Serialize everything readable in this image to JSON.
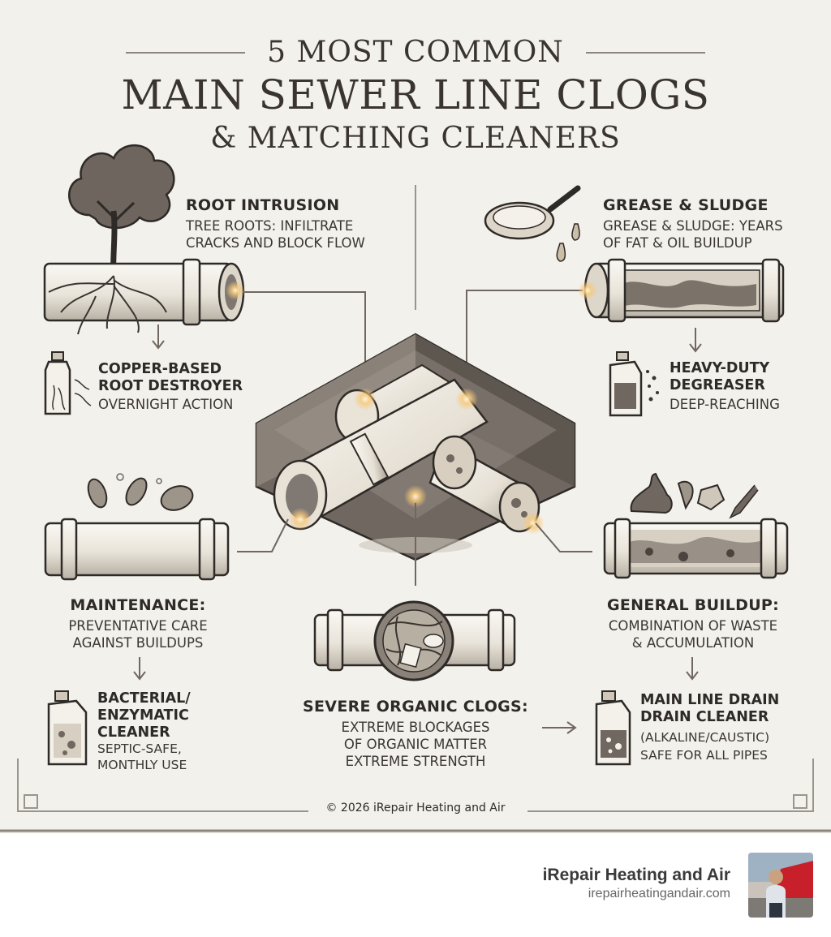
{
  "title": {
    "line1": "5 MOST COMMON",
    "line2": "MAIN SEWER LINE CLOGS",
    "line3": "& MATCHING CLEANERS"
  },
  "root": {
    "heading": "ROOT INTRUSION",
    "desc": [
      "TREE ROOTS: INFILTRATE",
      "CRACKS AND BLOCK FLOW"
    ],
    "product": [
      "COPPER-BASED",
      "ROOT DESTROYER"
    ],
    "product_note": "OVERNIGHT ACTION"
  },
  "grease": {
    "heading": "GREASE & SLUDGE",
    "desc": [
      "GREASE & SLUDGE: YEARS",
      "OF FAT & OIL BUILDUP"
    ],
    "product": [
      "HEAVY-DUTY",
      "DEGREASER"
    ],
    "product_note": "DEEP-REACHING"
  },
  "maintenance": {
    "heading": "MAINTENANCE:",
    "desc": [
      "PREVENTATIVE CARE",
      "AGAINST BUILDUPS"
    ],
    "product": [
      "BACTERIAL/",
      "ENZYMATIC",
      "CLEANER"
    ],
    "product_note": [
      "SEPTIC-SAFE,",
      "MONTHLY USE"
    ]
  },
  "organic": {
    "heading": "SEVERE ORGANIC CLOGS:",
    "desc": [
      "EXTREME BLOCKAGES",
      "OF ORGANIC MATTER",
      "EXTREME STRENGTH"
    ]
  },
  "general": {
    "heading": "GENERAL BUILDUP:",
    "desc": [
      "COMBINATION OF WASTE",
      "& ACCUMULATION"
    ],
    "product": [
      "MAIN LINE DRAIN",
      "DRAIN CLEANER"
    ],
    "product_note": [
      "(ALKALINE/CAUSTIC)",
      "SAFE FOR ALL PIPES"
    ]
  },
  "copyright": "© 2026 iRepair Heating and Air",
  "footer": {
    "brand_name": "iRepair Heating and Air",
    "brand_url": "irepairheatingandair.com"
  },
  "colors": {
    "background": "#f3f1ec",
    "ink": "#2e2a27",
    "pipe": "#ece7dd",
    "earth": "#6f6760",
    "glow": "#f7c97a"
  }
}
